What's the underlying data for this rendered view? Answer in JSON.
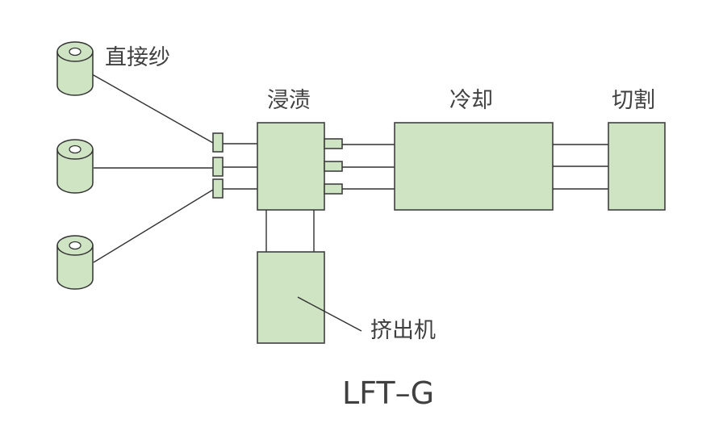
{
  "diagram": {
    "title": "LFT–G",
    "colors": {
      "fill": "#cfe4c3",
      "stroke": "#404040",
      "text": "#404040"
    },
    "spools": [
      {
        "name": "spool-1"
      },
      {
        "name": "spool-2"
      },
      {
        "name": "spool-3"
      }
    ],
    "labels": {
      "direct_roving": "直接纱",
      "impregnation": "浸渍",
      "cooling": "冷却",
      "cutting": "切割",
      "extruder": "挤出机"
    },
    "flow": [
      "直接纱",
      "浸渍",
      "冷却",
      "切割"
    ],
    "feeds": {
      "extruder_to": "浸渍"
    }
  }
}
